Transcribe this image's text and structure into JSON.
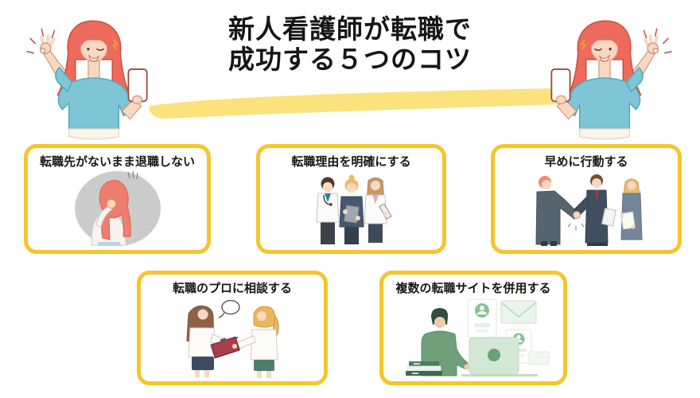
{
  "page": {
    "background": "#FFFFFF"
  },
  "title": {
    "line1": "新人看護師が転職で",
    "line2": "成功する５つのコツ",
    "color": "#161616"
  },
  "accent": {
    "card_border": "#F6C52B",
    "highlight_stroke": "#FBE27D"
  },
  "hero": {
    "left_illustration": "woman-ok-sign-holding-phone",
    "right_illustration": "woman-ok-sign-holding-phone-mirrored",
    "shirt_color": "#7EC5D5",
    "hair_color": "#ED6A5C"
  },
  "cards": [
    {
      "label": "転職先がないまま退職しない",
      "illustration": "depressed-nurse"
    },
    {
      "label": "転職理由を明確にする",
      "illustration": "medical-team"
    },
    {
      "label": "早めに行動する",
      "illustration": "business-handshake"
    },
    {
      "label": "転職のプロに相談する",
      "illustration": "consultation-with-advisor"
    },
    {
      "label": "複数の転職サイトを併用する",
      "illustration": "man-browsing-job-sites"
    }
  ]
}
